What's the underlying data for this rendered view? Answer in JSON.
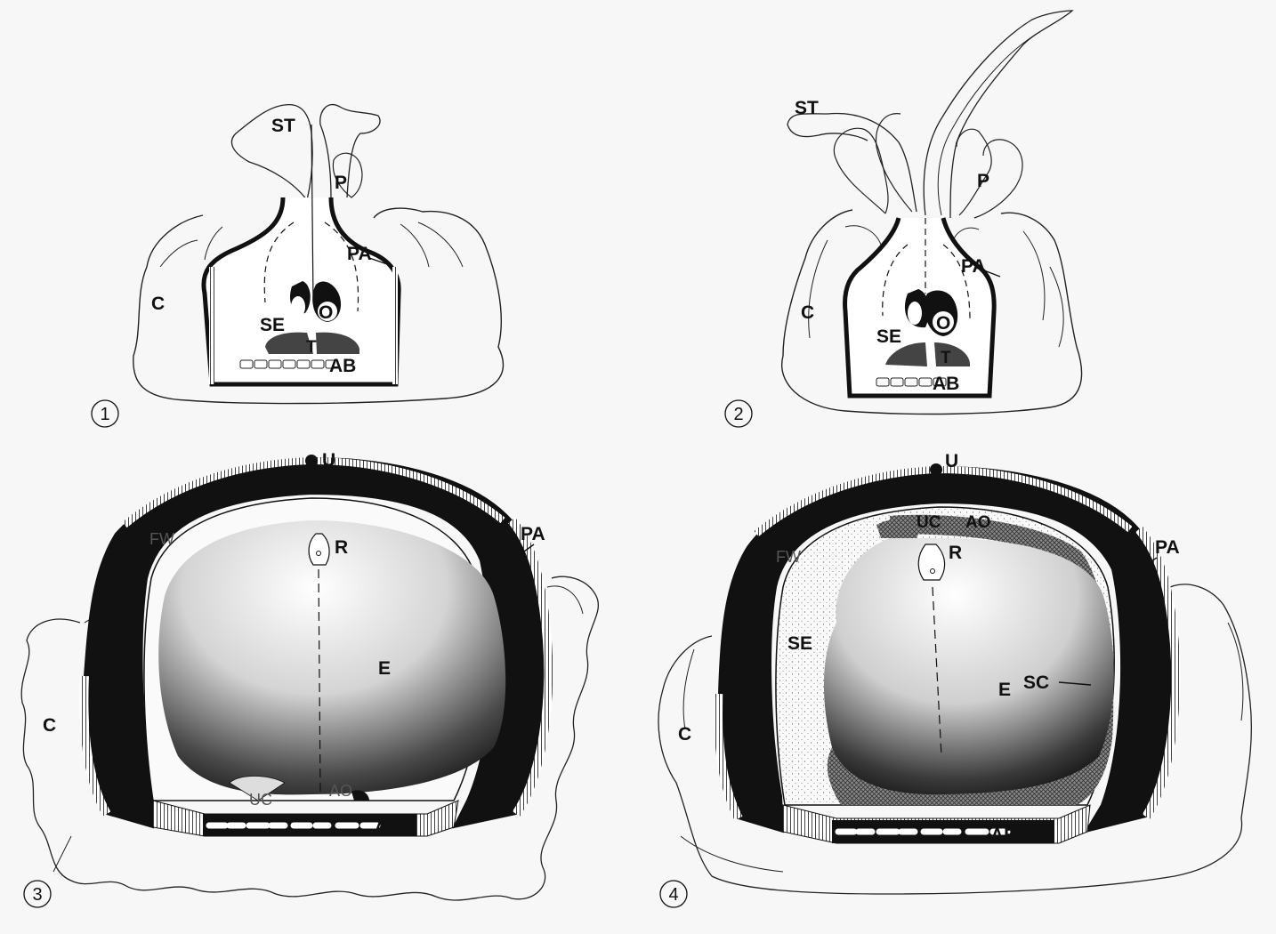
{
  "figures": [
    {
      "number": "1",
      "labels": {
        "st": "ST",
        "p": "P",
        "pa": "PA",
        "c": "C",
        "se": "SE",
        "o": "O",
        "t": "T",
        "ab": "AB"
      }
    },
    {
      "number": "2",
      "labels": {
        "st": "ST",
        "p": "P",
        "pa": "PA",
        "c": "C",
        "se": "SE",
        "o": "O",
        "t": "T",
        "ab": "AB"
      }
    },
    {
      "number": "3",
      "labels": {
        "u": "U",
        "fw": "FW",
        "r": "R",
        "pa": "PA",
        "e": "E",
        "c": "C",
        "uc": "UC",
        "ao": "AO",
        "ab": "AB"
      }
    },
    {
      "number": "4",
      "labels": {
        "u": "U",
        "uc": "UC",
        "ao": "AO",
        "fw": "FW",
        "r": "R",
        "pa": "PA",
        "se": "SE",
        "sc": "SC",
        "e": "E",
        "c": "C",
        "ab": "AB"
      }
    }
  ],
  "colors": {
    "ink": "#111111",
    "paper": "#f7f7f7"
  }
}
